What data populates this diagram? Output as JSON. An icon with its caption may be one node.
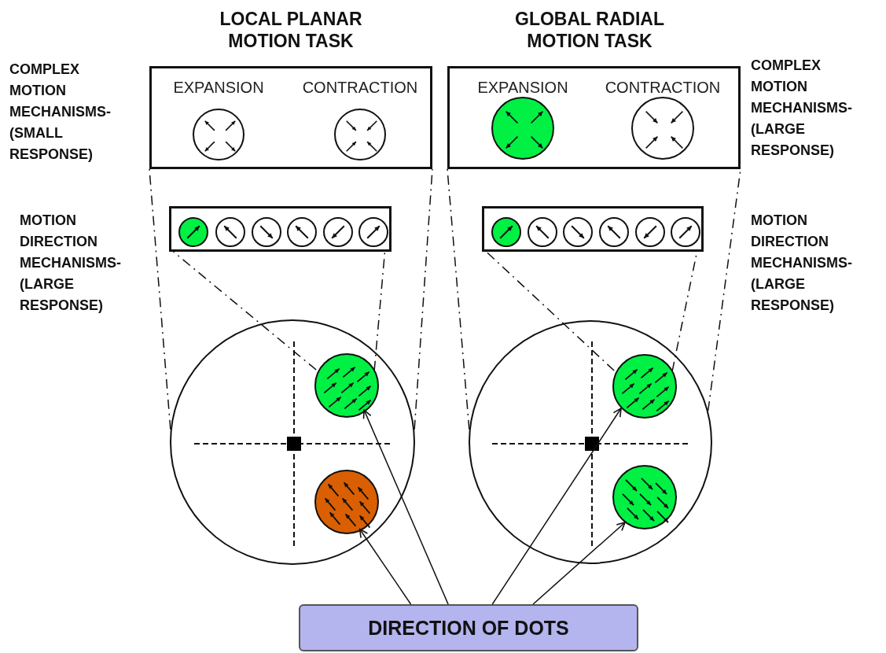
{
  "diagram": {
    "nodes": [
      {
        "text": [],
        "shape": "box"
      },
      {
        "text": [
          "EXPANSION"
        ],
        "in": 0
      },
      {
        "text": [
          "CONTRACTION"
        ],
        "in": 0
      },
      {
        "text": [],
        "shape": "box"
      },
      {
        "text": [
          "EXPANSION"
        ],
        "in": 3
      },
      {
        "text": [
          "CONTRACTION"
        ],
        "in": 3
      },
      {
        "text": [],
        "shape": "box"
      },
      {
        "text": [],
        "shape": "circle",
        "in": 6
      },
      {
        "text": [],
        "shape": "circle",
        "in": 6
      },
      {
        "text": [],
        "shape": "circle",
        "in": 6
      },
      {
        "text": [],
        "shape": "circle",
        "in": 6
      },
      {
        "text": [],
        "shape": "circle",
        "in": 6
      },
      {
        "text": [],
        "shape": "circle",
        "in": 6
      },
      {
        "text": [],
        "shape": "box"
      },
      {
        "text": [],
        "shape": "circle",
        "in": 13
      },
      {
        "text": [],
        "shape": "circle",
        "in": 13
      },
      {
        "text": [],
        "shape": "circle",
        "in": 13
      },
      {
        "text": [],
        "shape": "circle",
        "in": 13
      },
      {
        "text": [],
        "shape": "circle",
        "in": 13
      },
      {
        "text": [],
        "shape": "circle",
        "in": 13
      },
      {
        "text": [],
        "shape": "circle"
      },
      {
        "text": [],
        "shape": "circle",
        "in": 20
      },
      {
        "text": [],
        "shape": "circle",
        "in": 20
      },
      {
        "text": [],
        "shape": "circle"
      },
      {
        "text": [],
        "shape": "circle",
        "in": 23
      },
      {
        "text": [],
        "shape": "circle",
        "in": 23
      },
      {
        "text": [
          "DIRECTION OF DOTS"
        ]
      }
    ],
    "edges": [
      {
        "from": 26,
        "to": 22,
        "arrow": "to"
      },
      {
        "from": 26,
        "to": 21,
        "arrow": "to"
      },
      {
        "from": 26,
        "to": 24,
        "arrow": "to"
      },
      {
        "from": 26,
        "to": 25,
        "arrow": "to"
      },
      {
        "from": 20,
        "to": 0,
        "arrow": "none",
        "style": "dashed"
      },
      {
        "from": 20,
        "to": 0,
        "arrow": "none",
        "style": "dashed"
      },
      {
        "from": 21,
        "to": 6,
        "arrow": "none",
        "style": "dashed"
      },
      {
        "from": 21,
        "to": 6,
        "arrow": "none",
        "style": "dashed"
      },
      {
        "from": 23,
        "to": 3,
        "arrow": "none",
        "style": "dashed"
      },
      {
        "from": 23,
        "to": 3,
        "arrow": "none",
        "style": "dashed"
      },
      {
        "from": 24,
        "to": 13,
        "arrow": "none",
        "style": "dashed"
      },
      {
        "from": 24,
        "to": 13,
        "arrow": "none",
        "style": "dashed"
      }
    ],
    "labels": [
      "LOCAL PLANAR MOTION TASK",
      "GLOBAL RADIAL MOTION TASK",
      "COMPLEX MOTION MECHANISMS- (SMALL RESPONSE)",
      "COMPLEX MOTION MECHANISMS- (LARGE RESPONSE)",
      "MOTION DIRECTION MECHANISMS- (LARGE RESPONSE)",
      "MOTION DIRECTION MECHANISMS- (LARGE RESPONSE)"
    ]
  }
}
